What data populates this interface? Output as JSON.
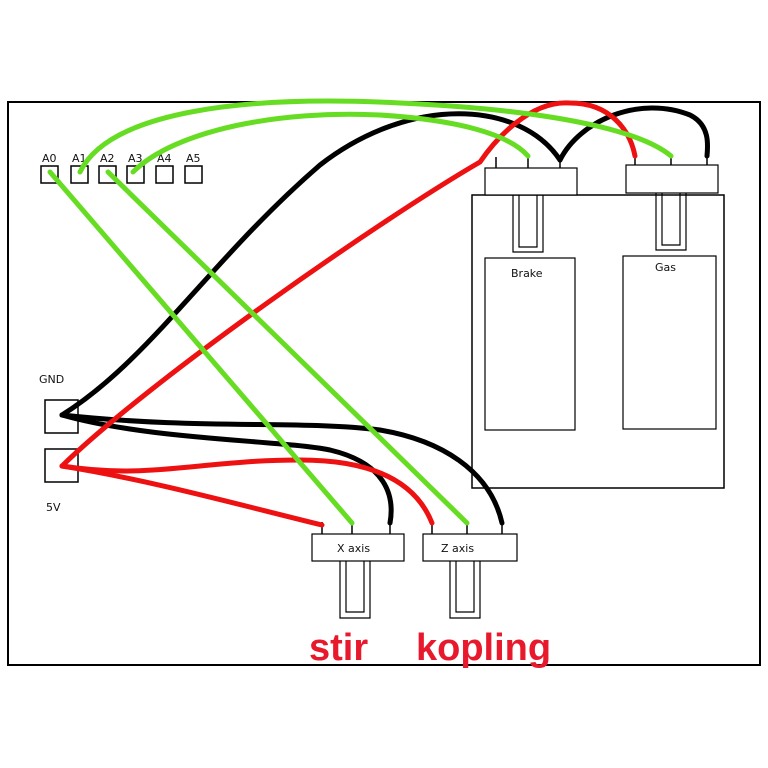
{
  "colors": {
    "frame": "#000000",
    "green_wire": "#66dd22",
    "black_wire": "#000000",
    "red_wire": "#ee1111",
    "caption": "#e8192c"
  },
  "analog_pins": [
    "A0",
    "A1",
    "A2",
    "A3",
    "A4",
    "A5"
  ],
  "power": {
    "gnd_label": "GND",
    "vcc_label": "5V"
  },
  "sensors": {
    "brake_label": "Brake",
    "gas_label": "Gas",
    "x_axis_label": "X axis",
    "z_axis_label": "Z axis"
  },
  "captions": {
    "stir": "stir",
    "kopling": "kopling"
  }
}
